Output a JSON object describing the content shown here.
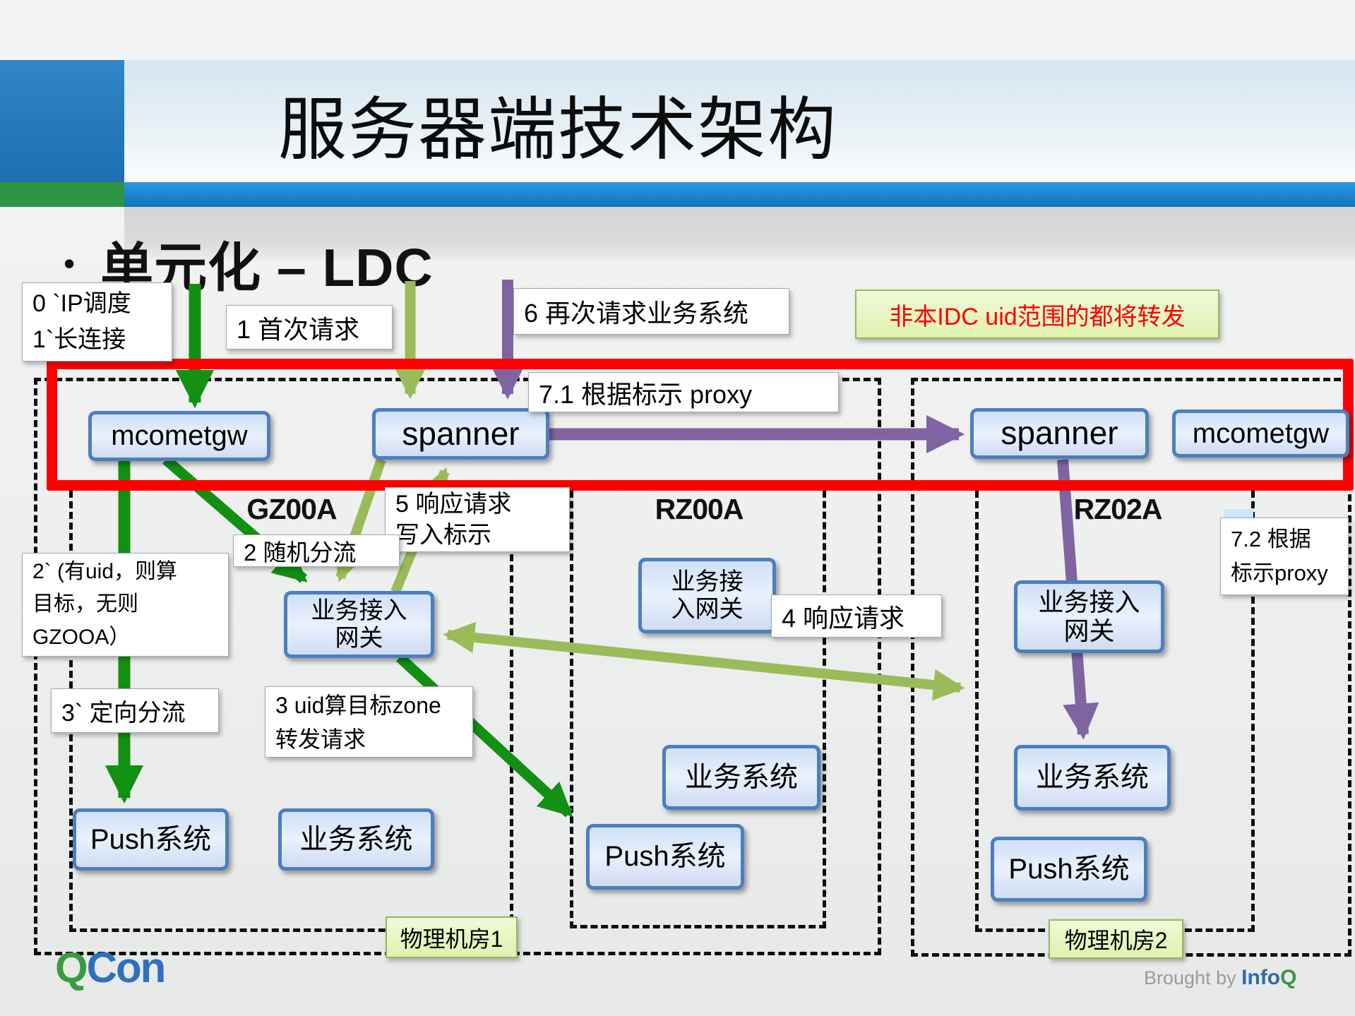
{
  "colors": {
    "red_frame": "#fe0000",
    "arrow_green": "#129012",
    "arrow_olive": "#9bbb59",
    "arrow_purple": "#8064a2",
    "node_border": "#4d7ebf",
    "node_fill_top": "#cfe0f7",
    "node_fill_mid": "#e9f1fd",
    "node_fill_bottom": "#cfdcf3",
    "green_label_bg": "#dff2ae",
    "green_label_border": "#9ab558",
    "notice_text": "#fe0000",
    "header_bar_blue": "#1e88d2",
    "header_square_blue": "#2f86c8",
    "header_square_green": "#2e9342",
    "qcon_q": "#3a9b42",
    "qcon_con": "#2f6fc1",
    "infoq_info": "#3069b0",
    "infoq_q": "#3f9548",
    "brought_by": "#9b9b9b"
  },
  "slide": {
    "title": "服务器端技术架构",
    "bullet": "•",
    "heading": "单元化 – LDC"
  },
  "zones": {
    "gz00a": "GZ00A",
    "rz00a": "RZ00A",
    "rz02a": "RZ02A",
    "dc1": "物理机房1",
    "dc2": "物理机房2"
  },
  "nodes": {
    "mcometgw_left": "mcometgw",
    "spanner_left": "spanner",
    "spanner_right": "spanner",
    "mcometgw_right": "mcometgw",
    "gateway_gz_line1": "业务接入",
    "gateway_gz_line2": "网关",
    "gateway_rz_line1": "业务接",
    "gateway_rz_line2": "入网关",
    "gateway_rz02_line1": "业务接入",
    "gateway_rz02_line2": "网关",
    "push_gz": "Push系统",
    "biz_gz": "业务系统",
    "biz_rz": "业务系统",
    "push_rz": "Push系统",
    "biz_rz02": "业务系统",
    "push_rz02": "Push系统"
  },
  "labels": {
    "step0_line1": "0 `IP调度",
    "step0_line2": "1`长连接",
    "step1": "1 首次请求",
    "step6": "6 再次请求业务系统",
    "step71": "7.1 根据标示 proxy",
    "step5_line1": "5 响应请求",
    "step5_line2": "写入标示",
    "step2": "2 随机分流",
    "step2b_line1": "2` (有uid，则算",
    "step2b_line2": "目标，无则",
    "step2b_line3": "GZOOA）",
    "step3b": "3` 定向分流",
    "step3_line1": "3 uid算目标zone",
    "step3_line2": "转发请求",
    "step4": "4 响应请求",
    "step72_line1": "7.2 根据",
    "step72_line2": "标示proxy",
    "idc_notice": "非本IDC uid范围的都将转发"
  },
  "footer": {
    "qcon_q": "Q",
    "qcon_con": "Con",
    "brought": "Brought by",
    "infoq_info": "Info",
    "infoq_q": "Q"
  }
}
